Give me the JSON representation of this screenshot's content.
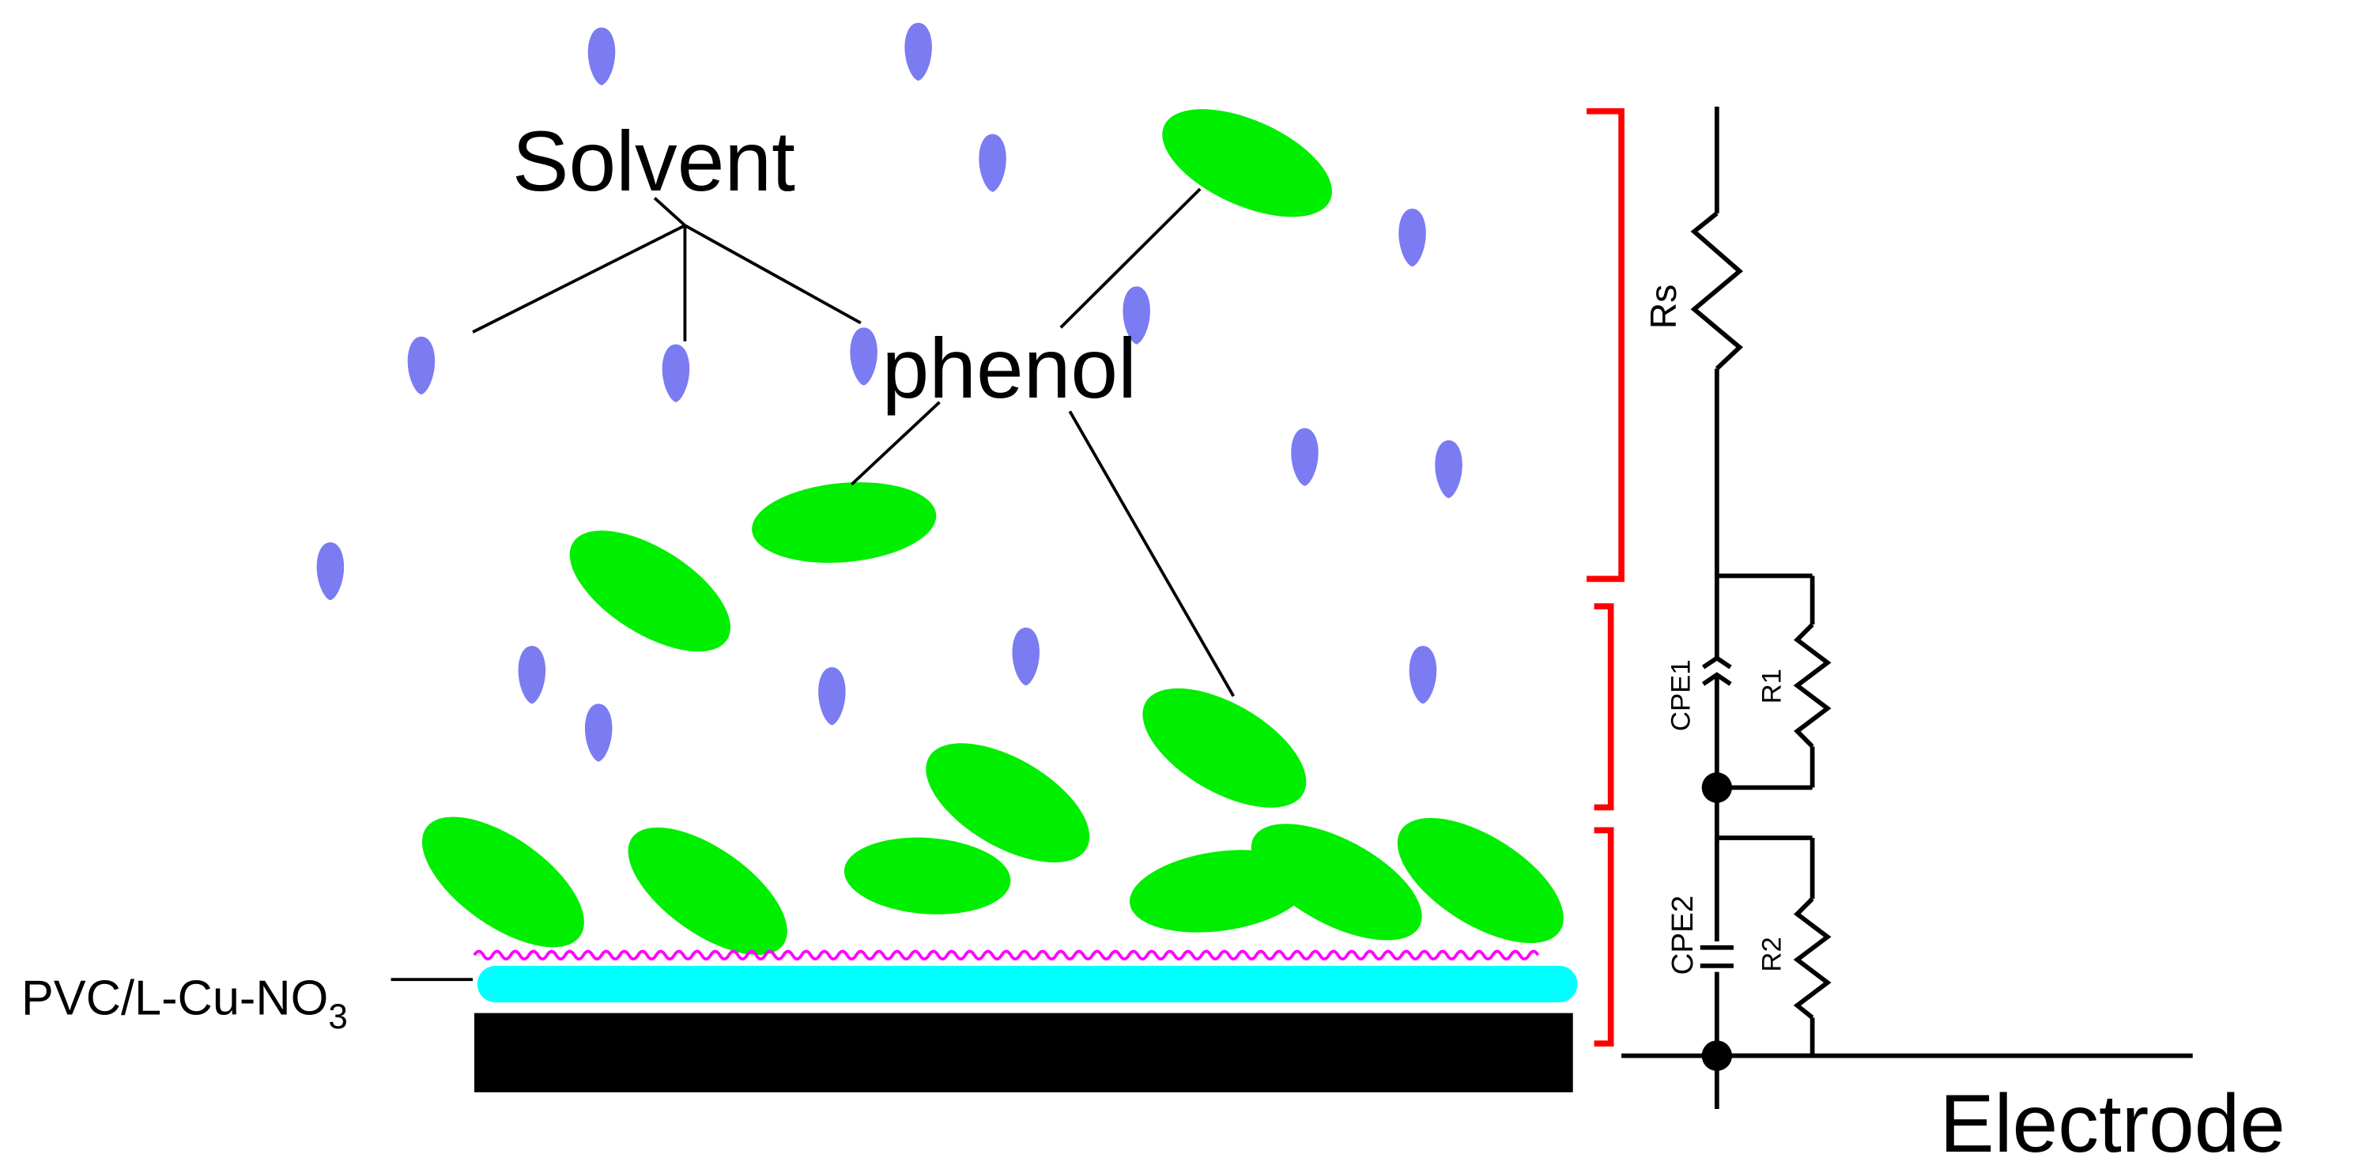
{
  "labels": {
    "solvent": "Solvent",
    "phenol": "phenol",
    "membrane": "PVC/L-Cu-NO",
    "membrane_subscript": "3",
    "electrode": "Electrode"
  },
  "circuit": {
    "rs": "Rs",
    "cpe1": "CPE1",
    "r1": "R1",
    "cpe2": "CPE2",
    "r2": "R2"
  },
  "colors": {
    "solvent_drop": "#7b7bf2",
    "phenol_molecule": "#00ee00",
    "membrane_layer": "#00ffff",
    "membrane_wave": "#ff00ff",
    "electrode_base": "#000000",
    "brace": "#ff0000",
    "rs_label": "#7a6a3a"
  }
}
